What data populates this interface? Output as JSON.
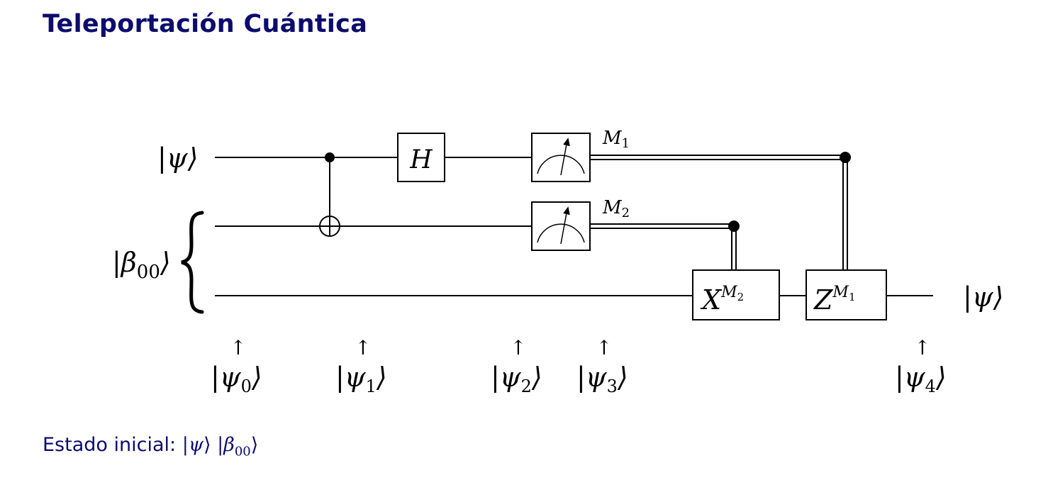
{
  "title": "Teleportación Cuántica",
  "circuit": {
    "input_psi": "|ψ⟩",
    "input_beta": "|β",
    "input_beta_sub": "00",
    "input_beta_close": "⟩",
    "gate_h": "H",
    "gate_x_base": "X",
    "gate_x_exp": "M",
    "gate_x_exp_sub": "2",
    "gate_z_base": "Z",
    "gate_z_exp": "M",
    "gate_z_exp_sub": "1",
    "m1_label": "M",
    "m1_sub": "1",
    "m2_label": "M",
    "m2_sub": "2",
    "output_psi": "|ψ⟩",
    "arrow": "↑",
    "states": [
      {
        "label": "|ψ",
        "sub": "0",
        "close": "⟩"
      },
      {
        "label": "|ψ",
        "sub": "1",
        "close": "⟩"
      },
      {
        "label": "|ψ",
        "sub": "2",
        "close": "⟩"
      },
      {
        "label": "|ψ",
        "sub": "3",
        "close": "⟩"
      },
      {
        "label": "|ψ",
        "sub": "4",
        "close": "⟩"
      }
    ]
  },
  "caption": {
    "prefix": "Estado inicial:",
    "psi": "ψ",
    "beta": "β",
    "beta_sub": "00"
  }
}
